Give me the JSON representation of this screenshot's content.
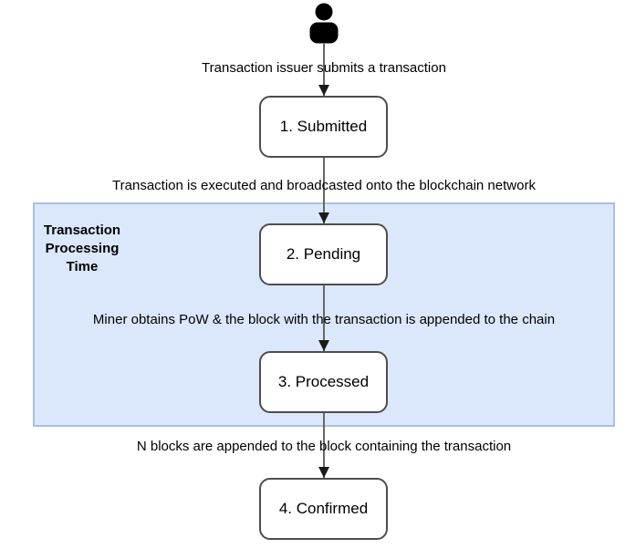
{
  "colors": {
    "region_fill": "#dbe8fc",
    "region_stroke": "#a9c0e4",
    "node_fill": "#ffffff",
    "node_stroke": "#4d4d4d",
    "edge_line": "#666666",
    "arrowhead": "#1a1a1a",
    "text": "#000000",
    "bg": "#ffffff"
  },
  "flowchart": {
    "actor": {
      "icon": "person-icon"
    },
    "region": {
      "label": "Transaction Processing Time"
    },
    "edges": [
      {
        "label": "Transaction issuer submits a transaction"
      },
      {
        "label": "Transaction is executed and broadcasted onto the blockchain network"
      },
      {
        "label": "Miner obtains PoW & the block with the transaction is appended to the chain"
      },
      {
        "label": "N blocks are appended to the block containing the transaction"
      }
    ],
    "nodes": [
      {
        "label": "1. Submitted"
      },
      {
        "label": "2. Pending"
      },
      {
        "label": "3. Processed"
      },
      {
        "label": "4. Confirmed"
      }
    ]
  }
}
